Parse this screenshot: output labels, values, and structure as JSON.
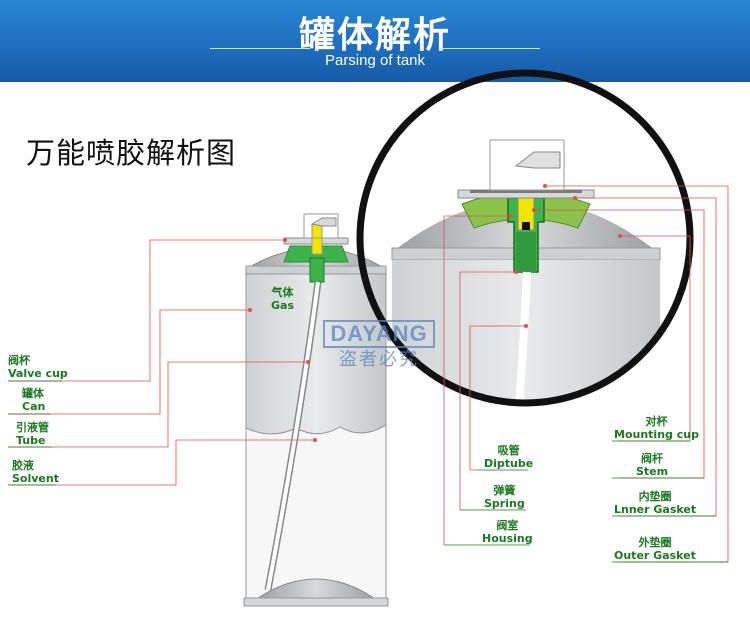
{
  "header": {
    "title": "罐体解析",
    "subtitle": "Parsing of tank"
  },
  "heading": "万能喷胶解析图",
  "labels": {
    "gas": {
      "zh": "气体",
      "en": "Gas"
    },
    "valve_cup": {
      "zh": "阀杯",
      "en": "Valve cup"
    },
    "can": {
      "zh": "罐体",
      "en": "Can"
    },
    "tube": {
      "zh": "引液管",
      "en": "Tube"
    },
    "solvent": {
      "zh": "胶液",
      "en": "Solvent"
    },
    "diptube": {
      "zh": "吸管",
      "en": "Diptube"
    },
    "spring": {
      "zh": "弹簧",
      "en": "Spring"
    },
    "housing": {
      "zh": "阀室",
      "en": "Housing"
    },
    "mounting_cup": {
      "zh": "对杯",
      "en": "Mounting cup"
    },
    "stem": {
      "zh": "阀杆",
      "en": "Stem"
    },
    "inner_gasket": {
      "zh": "内垫圈",
      "en": "Lnner Gasket"
    },
    "outer_gasket": {
      "zh": "外垫圈",
      "en": "Outer Gasket"
    }
  },
  "watermark": {
    "brand": "DAYANG",
    "text": "盗者必究"
  },
  "colors": {
    "banner": "#1f6fc0",
    "label": "#1a7a1f",
    "leader": "#e05050",
    "green": "#3cb44b",
    "yellow": "#f2e600"
  }
}
